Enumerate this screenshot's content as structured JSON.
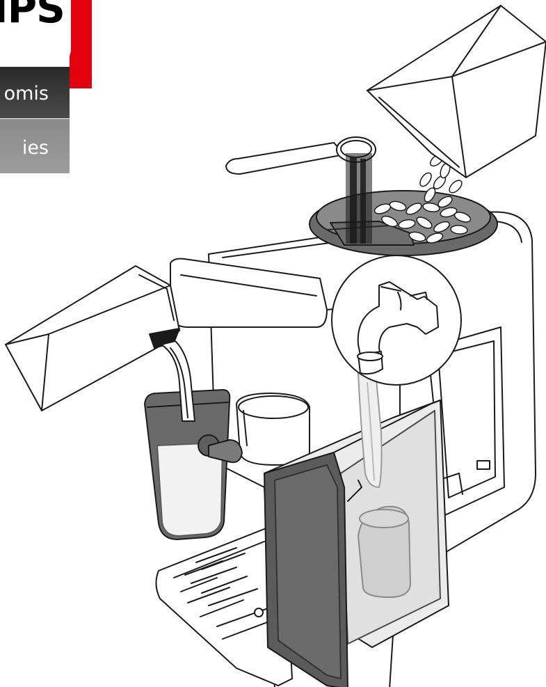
{
  "brand": {
    "logo_text": "IPS",
    "brand_color": "#e3000f"
  },
  "tabs": [
    {
      "label": "omis",
      "color": "#3d3d3d"
    },
    {
      "label": "ies",
      "color": "#8e8e8e"
    }
  ],
  "illustration": {
    "colors": {
      "line": "#1a1a1a",
      "dark_panel": "#5b5b5b",
      "mid_gray": "#9a9a9a",
      "milk_white": "#f2f2f2",
      "water_tint": "#dcdcdc"
    }
  }
}
